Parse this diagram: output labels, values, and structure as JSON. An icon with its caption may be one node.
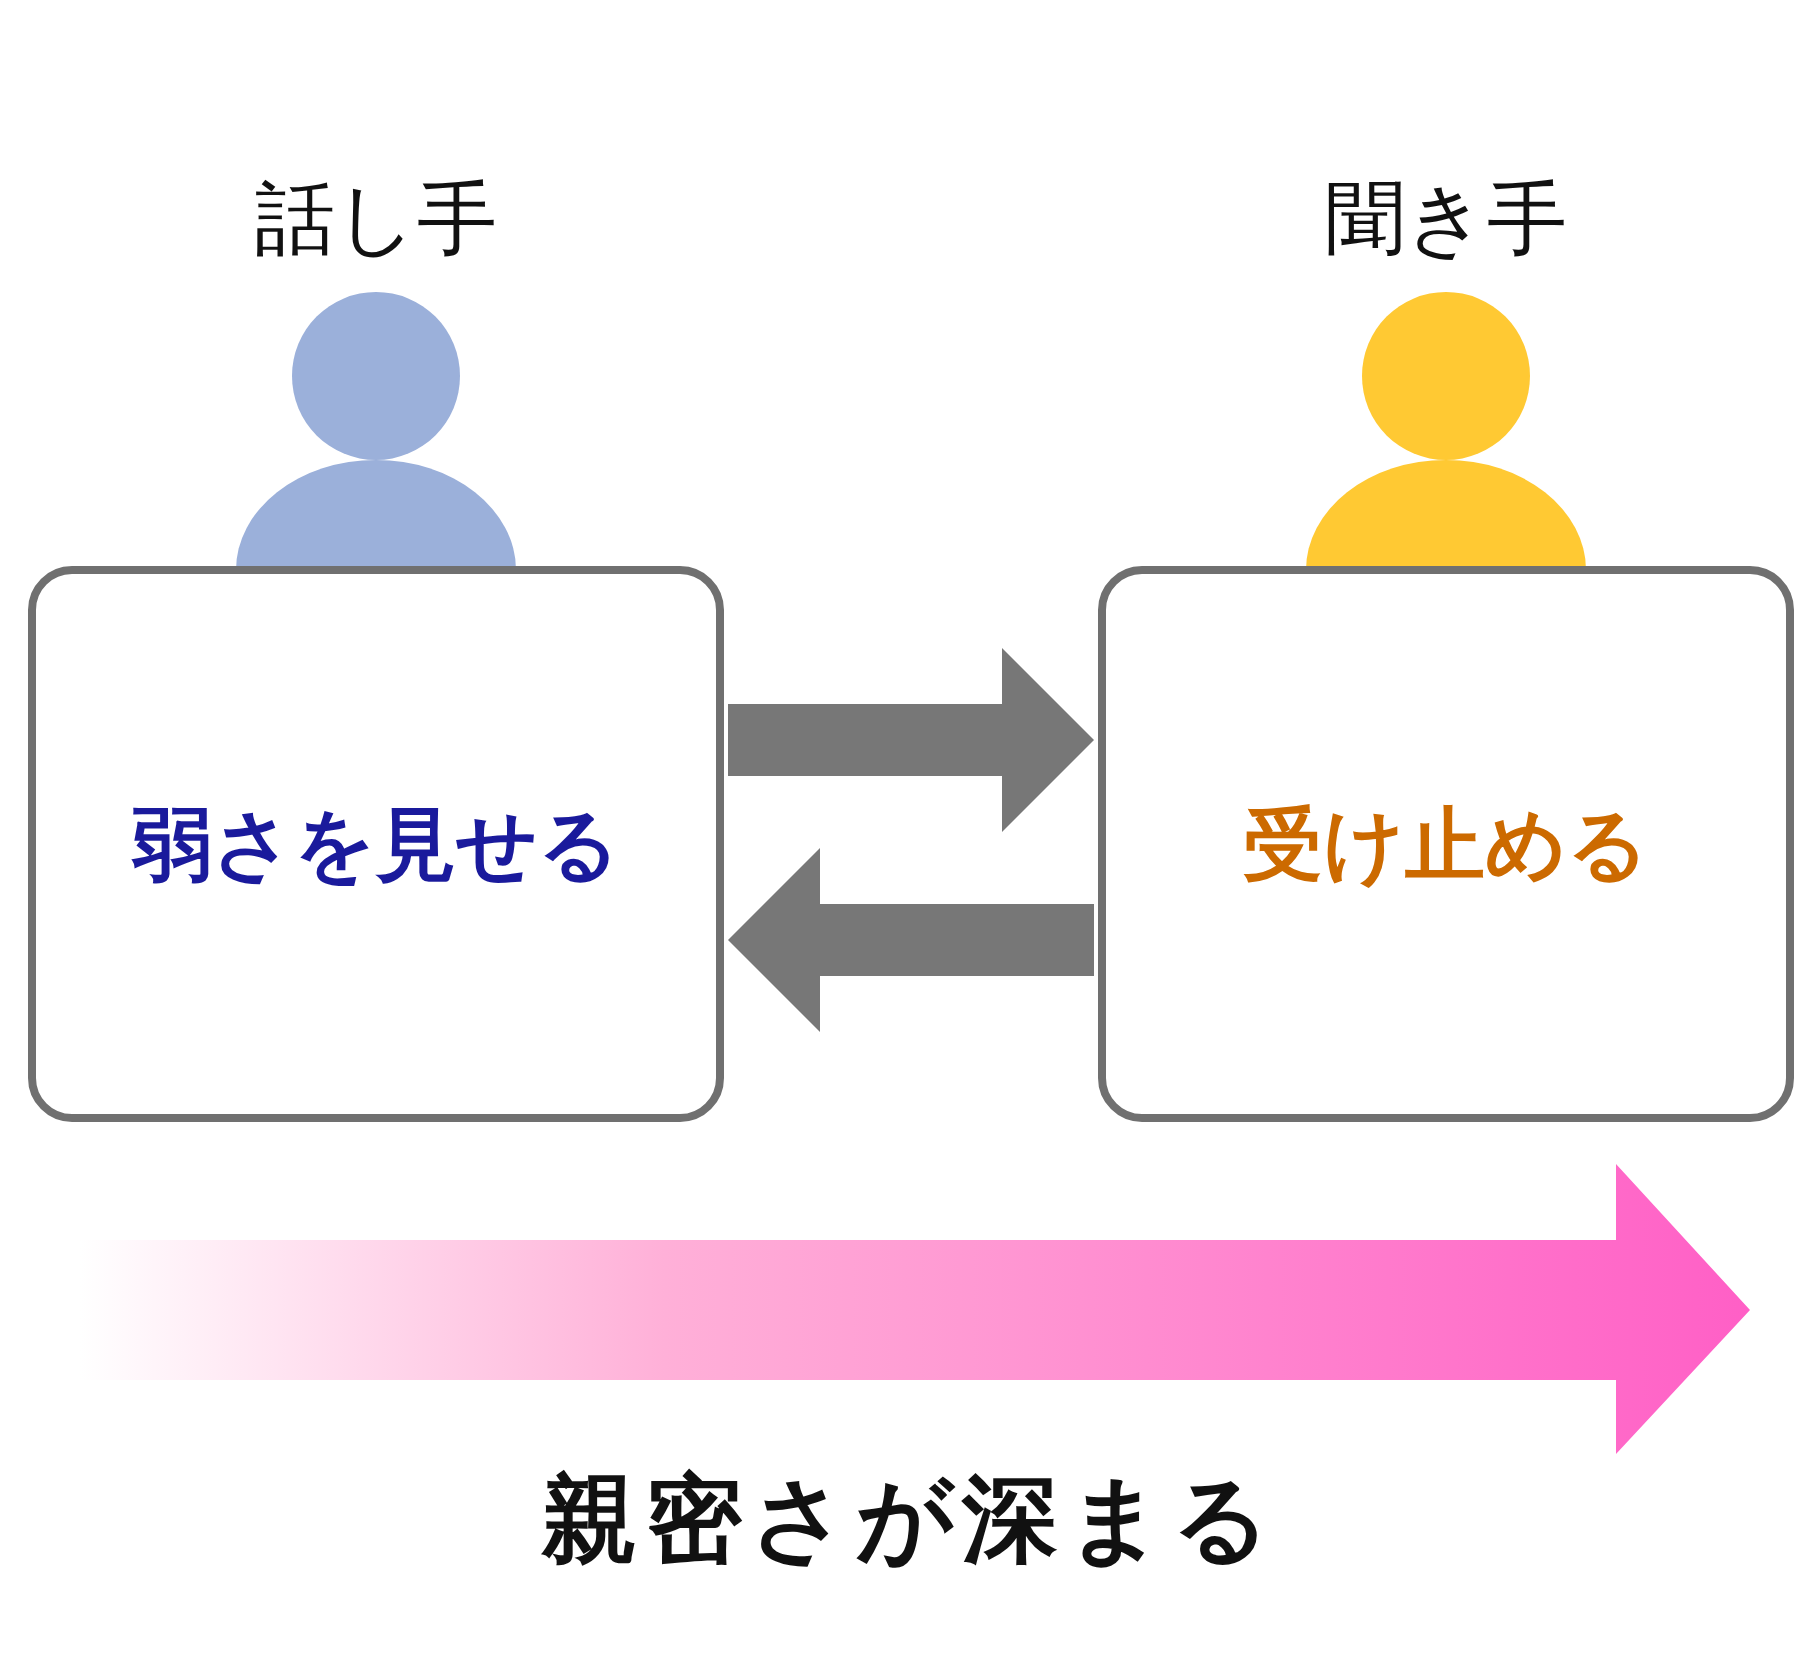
{
  "diagram": {
    "nodes": [
      {
        "text": [
          "弱さを見せる"
        ],
        "beside": [
          "話し手"
        ]
      },
      {
        "text": [
          "受け止める"
        ],
        "beside": [
          "聞き手"
        ]
      }
    ],
    "edges": [
      {
        "from": 0,
        "to": 1,
        "arrow": "to"
      },
      {
        "from": 1,
        "to": 0,
        "arrow": "to"
      }
    ],
    "labels": [
      "親密さが深まる"
    ]
  }
}
